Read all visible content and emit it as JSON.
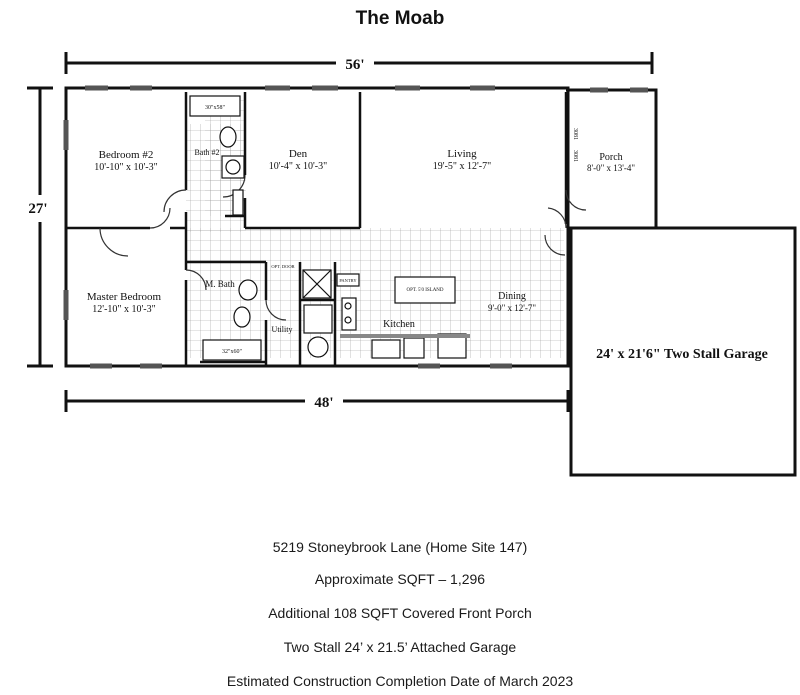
{
  "title": "The Moab",
  "dimensions": {
    "top_width": "56'",
    "bottom_width": "48'",
    "depth": "27'"
  },
  "rooms": {
    "bedroom2": {
      "name": "Bedroom #2",
      "size": "10'-10\" x 10'-3\""
    },
    "bath2": {
      "name": "Bath #2",
      "tub": "30\"x58\""
    },
    "den": {
      "name": "Den",
      "size": "10'-4\" x 10'-3\""
    },
    "living": {
      "name": "Living",
      "size": "19'-5\" x 12'-7\""
    },
    "porch": {
      "name": "Porch",
      "size": "8'-0\" x 13'-4\"",
      "door_a": "3081",
      "door_b": "3081"
    },
    "master_bedroom": {
      "name": "Master Bedroom",
      "size": "12'-10\" x 10'-3\""
    },
    "master_bath": {
      "name": "M. Bath",
      "tub": "32\"x60\""
    },
    "utility": {
      "name": "Utility"
    },
    "kitchen": {
      "name": "Kitchen",
      "island": "OPT. 5'0 ISLAND",
      "pantry": "PANTRY",
      "opt_door": "OPT. DOOR"
    },
    "dining": {
      "name": "Dining",
      "size": "9'-0\" x 12'-7\""
    }
  },
  "garage": {
    "label": "24' x 21'6\" Two Stall Garage"
  },
  "info_lines": [
    "5219 Stoneybrook Lane (Home Site 147)",
    "Approximate SQFT – 1,296",
    "Additional 108 SQFT Covered Front Porch",
    "Two Stall 24’ x 21.5’ Attached Garage",
    "Estimated Construction Completion Date of March 2023"
  ]
}
